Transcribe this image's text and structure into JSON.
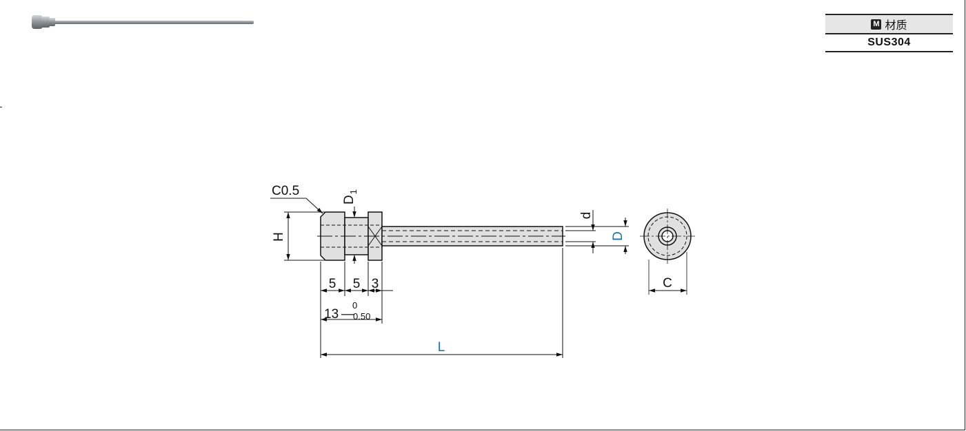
{
  "material": {
    "icon": "M",
    "header": "材质",
    "value": "SUS304"
  },
  "dimensions": {
    "chamfer": "C0.5",
    "d1_main": "D",
    "d1_sub": "1",
    "h": "H",
    "seg1": "5",
    "seg2": "5",
    "seg3": "3",
    "overall_main": "13",
    "tol_upper": "0",
    "tol_lower": "0.50",
    "length": "L",
    "small_d": "d",
    "big_d": "D",
    "c": "C"
  },
  "colors": {
    "line": "#111111",
    "accent_label": "#1a6fa8",
    "part_fill": "#e0e0e0",
    "table_header": "#e6e6e6"
  }
}
